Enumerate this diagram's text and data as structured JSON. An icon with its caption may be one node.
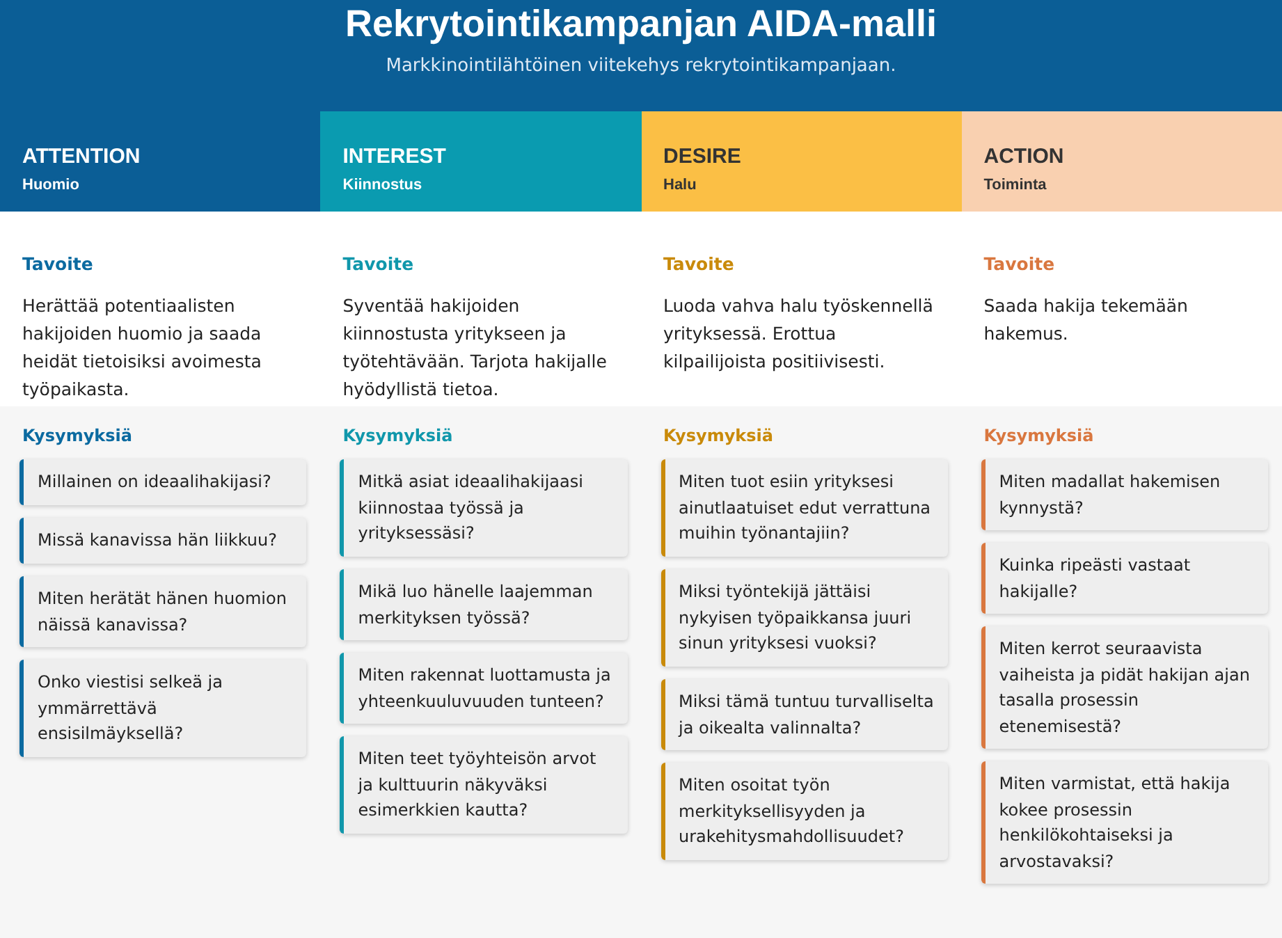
{
  "diagram": {
    "title": "Rekrytointikampanjan AIDA-malli",
    "caption": "Markkinointilähtöinen viitekehys rekrytointikampanjaan.",
    "nodes": [
      {
        "text": [
          "ATTENTION",
          "Huomio"
        ]
      },
      {
        "text": [
          "INTEREST",
          "Kiinnostus"
        ]
      },
      {
        "text": [
          "DESIRE",
          "Halu"
        ]
      },
      {
        "text": [
          "ACTION",
          "Toiminta"
        ]
      },
      {
        "text": [
          "Millainen on ideaalihakijasi?"
        ]
      },
      {
        "text": [
          "Missä kanavissa hän liikkuu?"
        ]
      },
      {
        "text": [
          "Miten herätät hänen huomion näissä kanavissa?"
        ]
      },
      {
        "text": [
          "Onko viestisi selkeä ja ymmärrettävä ensisilmäyksellä?"
        ]
      },
      {
        "text": [
          "Mitkä asiat ideaalihakijaasi kiinnostaa työssä ja yrityksessäsi?"
        ]
      },
      {
        "text": [
          "Mikä luo hänelle laajemman merkityksen työssä?"
        ]
      },
      {
        "text": [
          "Miten rakennat luottamusta ja yhteenkuuluvuuden tunteen?"
        ]
      },
      {
        "text": [
          "Miten teet työyhteisön arvot ja kulttuurin näkyväksi esimerkkien kautta?"
        ]
      },
      {
        "text": [
          "Miten tuot esiin yrityksesi ainutlaatuiset edut verrattuna muihin työnantajiin?"
        ]
      },
      {
        "text": [
          "Miksi työntekijä jättäisi nykyisen työpaikkansa juuri sinun yrityksesi vuoksi?"
        ]
      },
      {
        "text": [
          "Miksi tämä tuntuu turvalliselta ja oikealta valinnalta?"
        ]
      },
      {
        "text": [
          "Miten osoitat työn merkityksellisyyden ja urakehitysmahdollisuudet?"
        ]
      },
      {
        "text": [
          "Miten madallat hakemisen kynnystä?"
        ]
      },
      {
        "text": [
          "Kuinka ripeästi vastaat hakijalle?"
        ]
      },
      {
        "text": [
          "Miten kerrot seuraavista vaiheista ja pidät hakijan ajan tasalla prosessin etenemisestä?"
        ]
      },
      {
        "text": [
          "Miten varmistat, että hakija kokee prosessin henkilökohtaiseksi ja arvostavaksi?"
        ]
      }
    ],
    "labels": [
      "Tavoite",
      "Herättää potentiaalisten hakijoiden huomio ja saada heidät tietoisiksi avoimesta työpaikasta.",
      "Kysymyksiä",
      "Tavoite",
      "Syventää hakijoiden kiinnostusta yritykseen ja työtehtävään. Tarjota hakijalle hyödyllistä tietoa.",
      "Kysymyksiä",
      "Tavoite",
      "Luoda vahva halu työskennellä yrityksessä. Erottua kilpailijoista positiivisesti.",
      "Kysymyksiä",
      "Tavoite",
      "Saada hakija tekemään hakemus.",
      "Kysymyksiä"
    ]
  }
}
